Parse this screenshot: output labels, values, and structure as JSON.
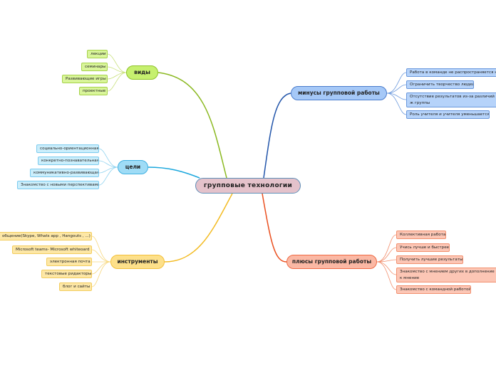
{
  "center": {
    "label": "групповые  технологии"
  },
  "branches": {
    "vidy": {
      "label": "виды",
      "color": "#8ab81f",
      "items": [
        "лекции",
        "семинары",
        "Развивающие игры",
        "проектные"
      ]
    },
    "celi": {
      "label": "цели",
      "color": "#1ba7dd",
      "items": [
        "социально-ориентационная",
        "конкретно-познавательная",
        "коммуникативно-развивающая",
        "Знакомство с новыми перспективами"
      ]
    },
    "instrumenty": {
      "label": "инструменты",
      "color": "#f3bb22",
      "items": [
        "общение(Skype, Whats app , Hangouts , ...)",
        "Microsoft teams- Microsoft whiteoard",
        "электронная почта",
        "текстовые ридакторы",
        "блог и сайты"
      ]
    },
    "minusy": {
      "label": "минусы  групповой  работы",
      "color": "#2255aa",
      "items": [
        "Работа в команде не распространяется на",
        "Ограничить творчество людей",
        "Отсутствие результатов из-за различий ж группы",
        "Роль учителя и учителя уменьшается"
      ]
    },
    "plusy": {
      "label": "плюсы групповой работы",
      "color": "#ea5020",
      "items": [
        "Коллективная работа",
        "Учись лучше и быстрее",
        "Получить лучшие результаты",
        "Знакомство с мнением других в дополнение к мнение",
        "Знакомство с командной работой"
      ]
    }
  }
}
